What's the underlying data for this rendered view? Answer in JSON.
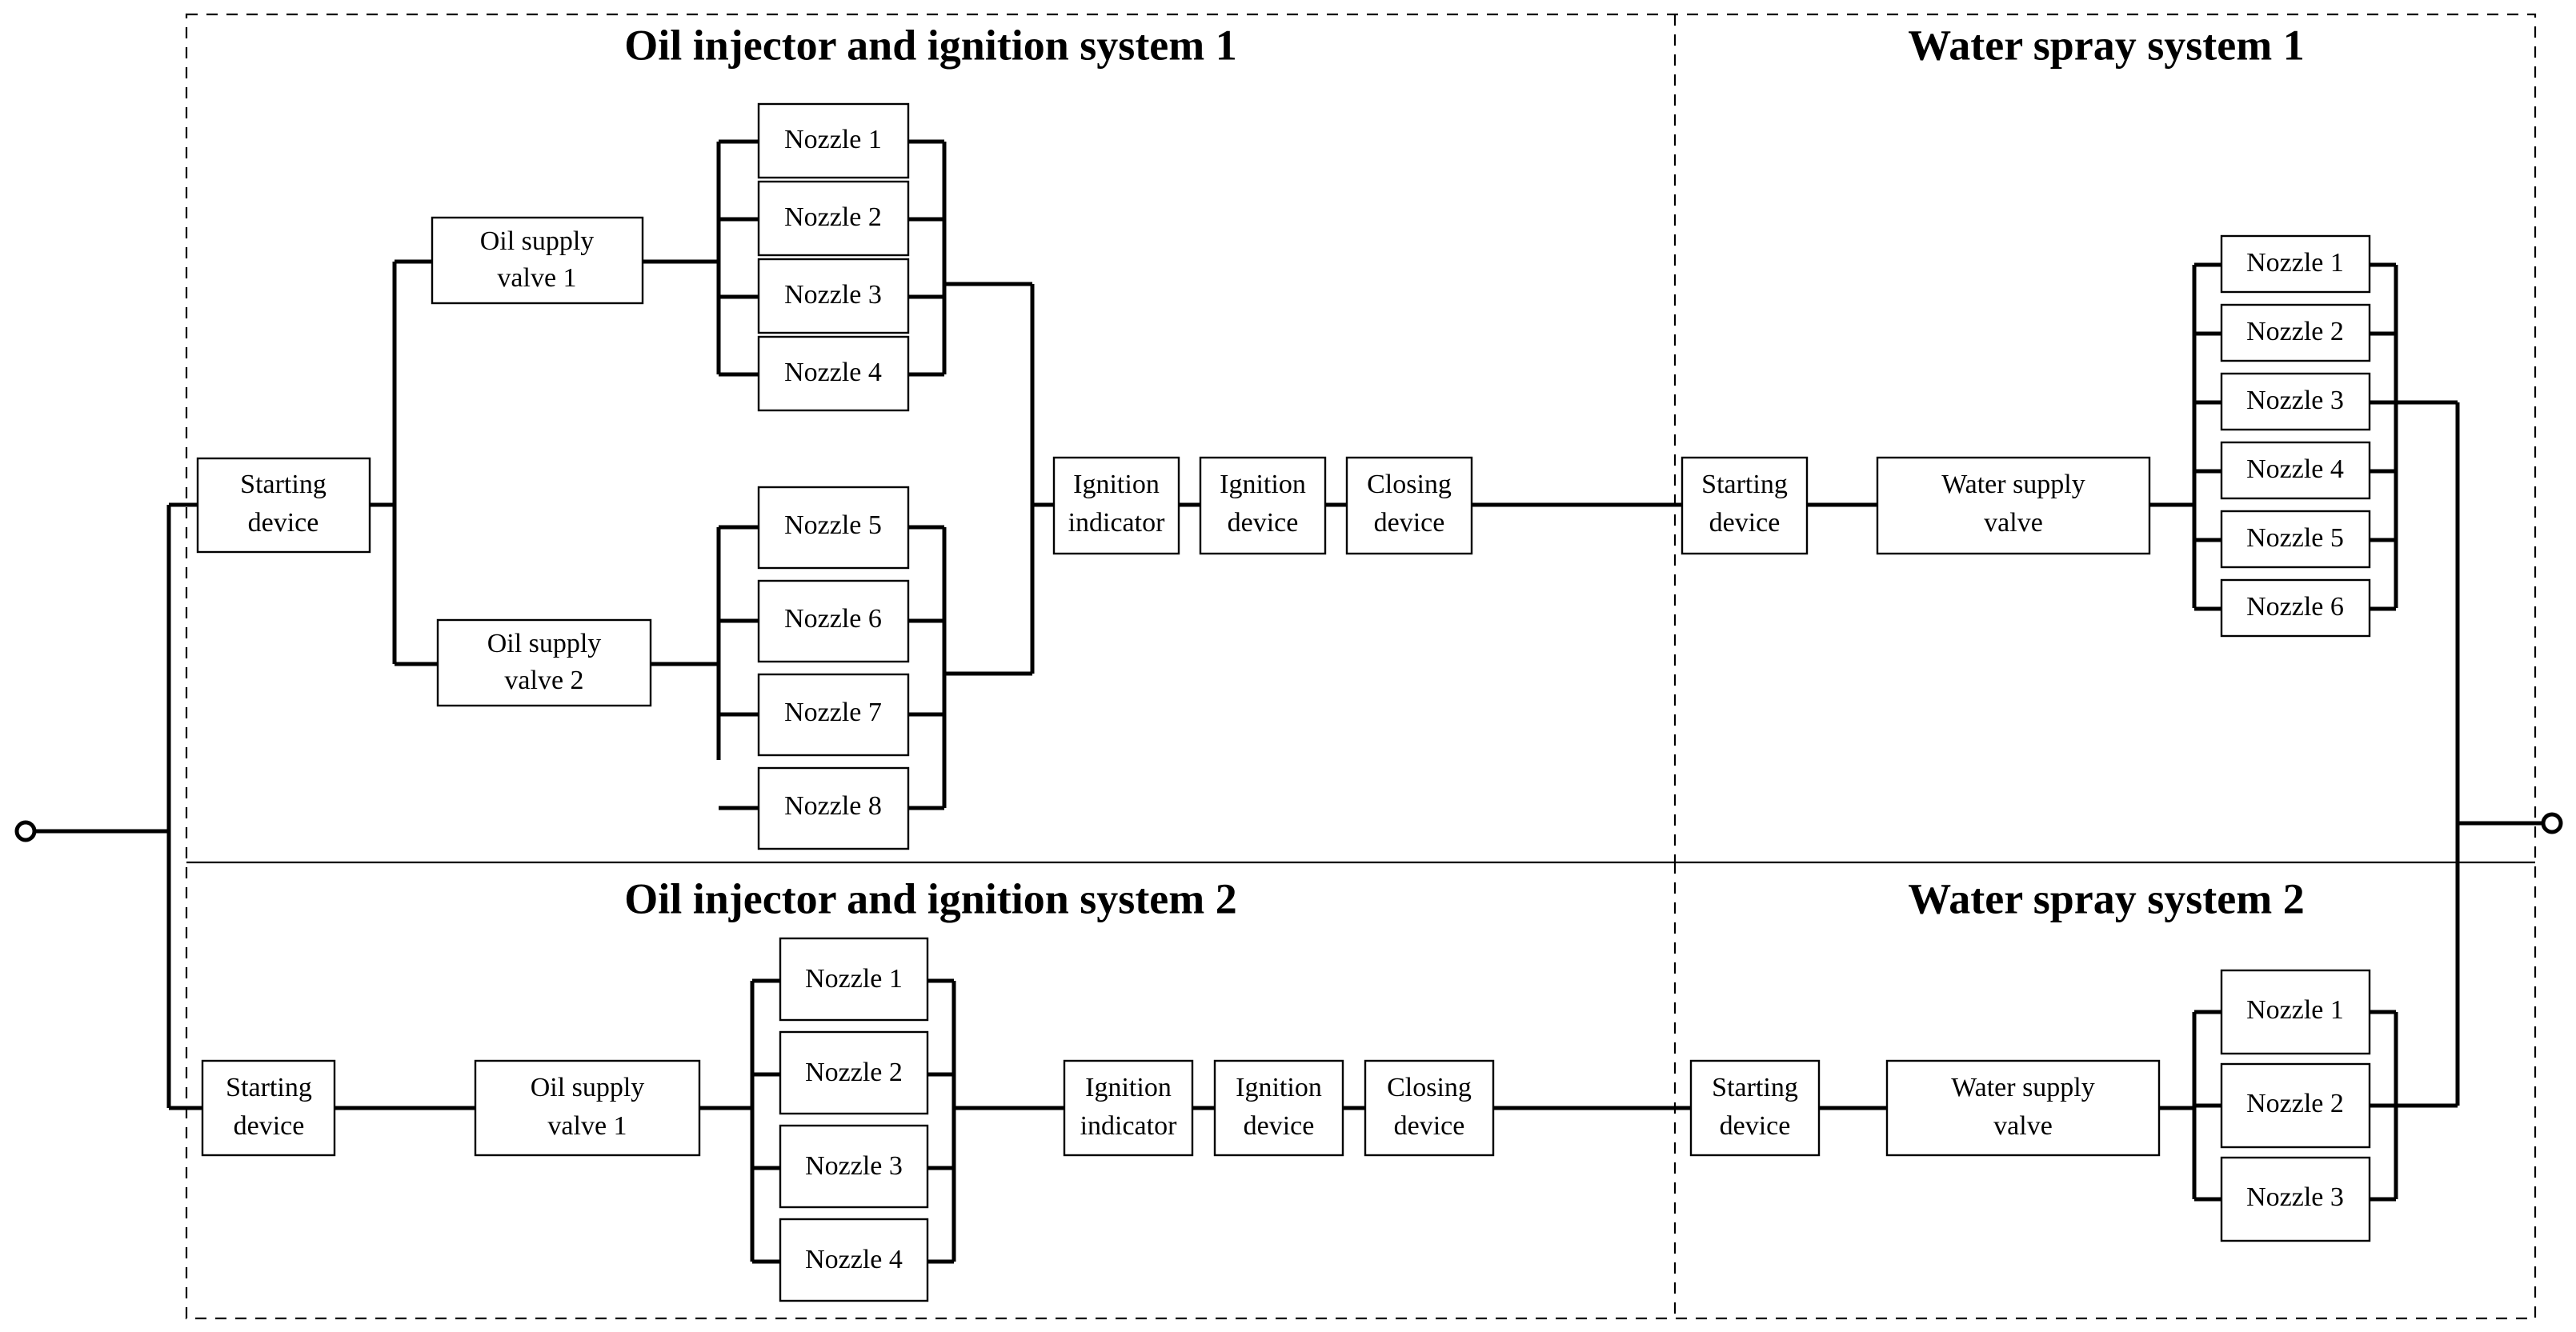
{
  "diagram": {
    "type": "reliability-block-diagram",
    "title": "",
    "terminals": {
      "input_label": "",
      "output_label": ""
    },
    "sections": [
      {
        "id": "oil-1",
        "title": "Oil injector and ignition system 1",
        "blocks": [
          {
            "id": "start-1",
            "label_lines": [
              "Starting",
              "device"
            ]
          },
          {
            "id": "osv-1",
            "label_lines": [
              "Oil supply",
              "valve 1"
            ]
          },
          {
            "id": "osv-2",
            "label_lines": [
              "Oil supply",
              "valve 2"
            ]
          },
          {
            "id": "ign-ind-1",
            "label_lines": [
              "Ignition",
              "indicator"
            ]
          },
          {
            "id": "ign-dev-1",
            "label_lines": [
              "Ignition",
              "device"
            ]
          },
          {
            "id": "close-1",
            "label_lines": [
              "Closing",
              "device"
            ]
          }
        ],
        "nozzle_group_a": [
          "Nozzle 1",
          "Nozzle 2",
          "Nozzle 3",
          "Nozzle 4"
        ],
        "nozzle_group_b": [
          "Nozzle 5",
          "Nozzle 6",
          "Nozzle 7",
          "Nozzle 8"
        ]
      },
      {
        "id": "water-1",
        "title": "Water spray system 1",
        "blocks": [
          {
            "id": "start-w1",
            "label_lines": [
              "Starting",
              "device"
            ]
          },
          {
            "id": "wsv-1",
            "label_lines": [
              "Water supply",
              "valve"
            ]
          }
        ],
        "nozzles": [
          "Nozzle 1",
          "Nozzle 2",
          "Nozzle 3",
          "Nozzle 4",
          "Nozzle 5",
          "Nozzle 6"
        ]
      },
      {
        "id": "oil-2",
        "title": "Oil injector and ignition system 2",
        "blocks": [
          {
            "id": "start-2",
            "label_lines": [
              "Starting",
              "device"
            ]
          },
          {
            "id": "osv-2-1",
            "label_lines": [
              "Oil supply",
              "valve 1"
            ]
          },
          {
            "id": "ign-ind-2",
            "label_lines": [
              "Ignition",
              "indicator"
            ]
          },
          {
            "id": "ign-dev-2",
            "label_lines": [
              "Ignition",
              "device"
            ]
          },
          {
            "id": "close-2",
            "label_lines": [
              "Closing",
              "device"
            ]
          }
        ],
        "nozzles": [
          "Nozzle 1",
          "Nozzle 2",
          "Nozzle 3",
          "Nozzle 4"
        ]
      },
      {
        "id": "water-2",
        "title": "Water spray system 2",
        "blocks": [
          {
            "id": "start-w2",
            "label_lines": [
              "Starting",
              "device"
            ]
          },
          {
            "id": "wsv-2",
            "label_lines": [
              "Water supply",
              "valve"
            ]
          }
        ],
        "nozzles": [
          "Nozzle 1",
          "Nozzle 2",
          "Nozzle 3"
        ]
      }
    ],
    "colors": {
      "line": "#000000",
      "fill": "#ffffff",
      "text": "#000000"
    }
  },
  "labels": {
    "s1_title": "Oil injector and ignition system 1",
    "s2_title": "Water spray system 1",
    "s3_title": "Oil injector and ignition system 2",
    "s4_title": "Water spray system 2",
    "s1_start_a": "Starting",
    "s1_start_b": "device",
    "s1_osv1_a": "Oil supply",
    "s1_osv1_b": "valve 1",
    "s1_osv2_a": "Oil supply",
    "s1_osv2_b": "valve 2",
    "s1_n1": "Nozzle 1",
    "s1_n2": "Nozzle 2",
    "s1_n3": "Nozzle 3",
    "s1_n4": "Nozzle 4",
    "s1_n5": "Nozzle 5",
    "s1_n6": "Nozzle 6",
    "s1_n7": "Nozzle 7",
    "s1_n8": "Nozzle 8",
    "s1_ii_a": "Ignition",
    "s1_ii_b": "indicator",
    "s1_id_a": "Ignition",
    "s1_id_b": "device",
    "s1_cd_a": "Closing",
    "s1_cd_b": "device",
    "s2_start_a": "Starting",
    "s2_start_b": "device",
    "s2_wsv_a": "Water supply",
    "s2_wsv_b": "valve",
    "s2_n1": "Nozzle 1",
    "s2_n2": "Nozzle 2",
    "s2_n3": "Nozzle 3",
    "s2_n4": "Nozzle 4",
    "s2_n5": "Nozzle 5",
    "s2_n6": "Nozzle 6",
    "s3_start_a": "Starting",
    "s3_start_b": "device",
    "s3_osv1_a": "Oil supply",
    "s3_osv1_b": "valve 1",
    "s3_n1": "Nozzle 1",
    "s3_n2": "Nozzle 2",
    "s3_n3": "Nozzle 3",
    "s3_n4": "Nozzle 4",
    "s3_ii_a": "Ignition",
    "s3_ii_b": "indicator",
    "s3_id_a": "Ignition",
    "s3_id_b": "device",
    "s3_cd_a": "Closing",
    "s3_cd_b": "device",
    "s4_start_a": "Starting",
    "s4_start_b": "device",
    "s4_wsv_a": "Water supply",
    "s4_wsv_b": "valve",
    "s4_n1": "Nozzle 1",
    "s4_n2": "Nozzle 2",
    "s4_n3": "Nozzle 3"
  }
}
